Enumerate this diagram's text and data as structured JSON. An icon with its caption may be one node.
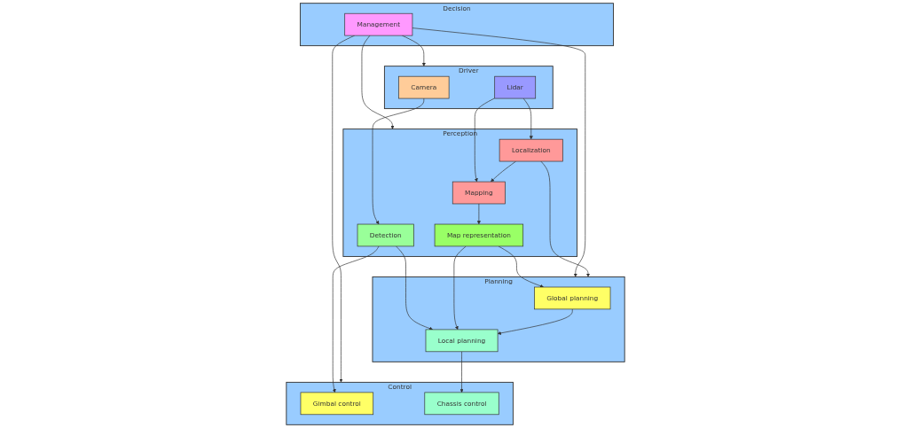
{
  "diagram": {
    "nodes": [
      {
        "text": [
          "Decision"
        ]
      },
      {
        "text": [
          "Management"
        ],
        "in": 0
      },
      {
        "text": [
          "Driver"
        ]
      },
      {
        "text": [
          "Camera"
        ],
        "in": 2
      },
      {
        "text": [
          "Lidar"
        ],
        "in": 2
      },
      {
        "text": [
          "Perception"
        ]
      },
      {
        "text": [
          "Detection"
        ],
        "in": 5
      },
      {
        "text": [
          "Map representation"
        ],
        "in": 5
      },
      {
        "text": [
          "Localization"
        ],
        "in": 5
      },
      {
        "text": [
          "Mapping"
        ],
        "in": 5
      },
      {
        "text": [
          "Planning"
        ]
      },
      {
        "text": [
          "Global planning"
        ],
        "in": 10
      },
      {
        "text": [
          "Local planning"
        ],
        "in": 10
      },
      {
        "text": [
          "Control"
        ]
      },
      {
        "text": [
          "Gimbal control"
        ],
        "in": 13
      },
      {
        "text": [
          "Chassis control"
        ],
        "in": 13
      }
    ],
    "edges": [
      {
        "from": 1,
        "to": 2,
        "arrow": "to"
      },
      {
        "from": 1,
        "to": 5,
        "arrow": "to"
      },
      {
        "from": 1,
        "to": 10,
        "arrow": "to"
      },
      {
        "from": 1,
        "to": 13,
        "arrow": "to"
      },
      {
        "from": 3,
        "to": 6,
        "arrow": "to"
      },
      {
        "from": 6,
        "to": 14,
        "arrow": "to"
      },
      {
        "from": 6,
        "to": 12,
        "arrow": "to"
      },
      {
        "from": 7,
        "to": 11,
        "arrow": "to"
      },
      {
        "from": 7,
        "to": 12,
        "arrow": "to"
      },
      {
        "from": 4,
        "to": 8,
        "arrow": "to"
      },
      {
        "from": 4,
        "to": 9,
        "arrow": "to"
      },
      {
        "from": 8,
        "to": 9,
        "arrow": "to"
      },
      {
        "from": 9,
        "to": 7,
        "arrow": "to"
      },
      {
        "from": 8,
        "to": 10,
        "arrow": "to"
      },
      {
        "from": 11,
        "to": 12,
        "arrow": "to"
      },
      {
        "from": 12,
        "to": 15,
        "arrow": "to"
      }
    ]
  }
}
